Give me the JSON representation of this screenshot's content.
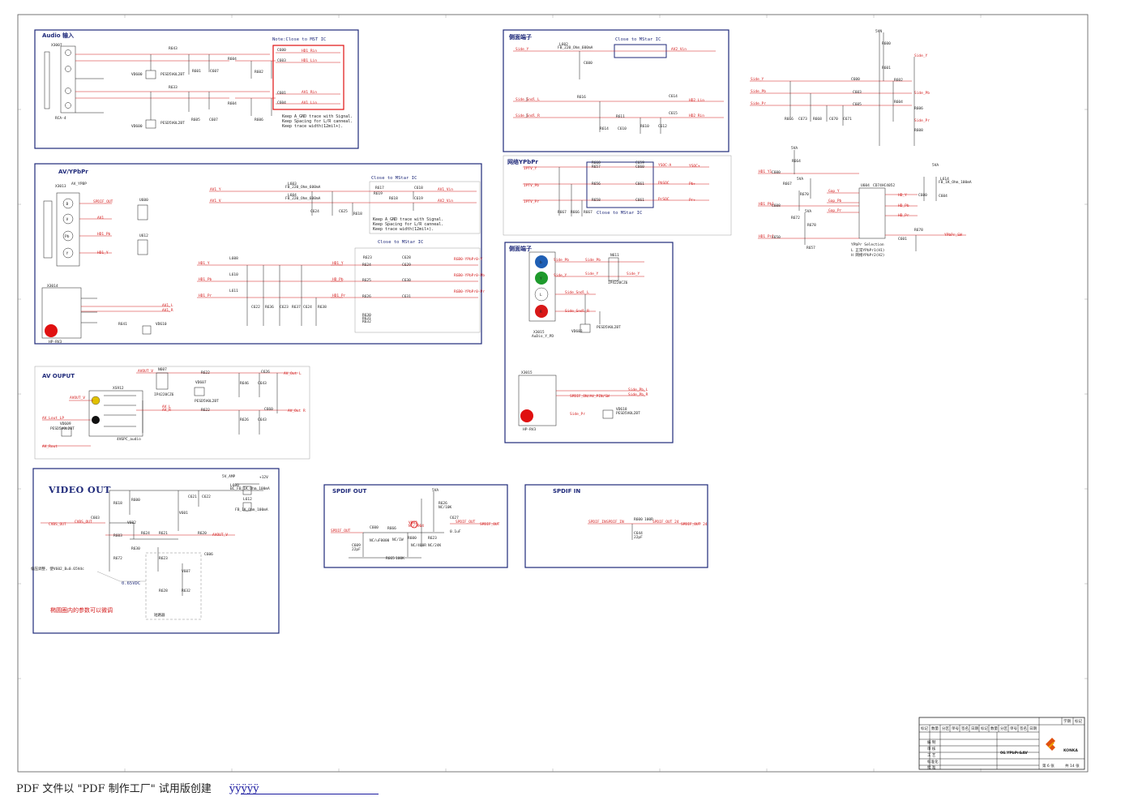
{
  "blocks": {
    "audio_in": {
      "title": "Audio 输入",
      "note": "Note:Close to MST IC",
      "keep": [
        "Keep A_GND trace with Signal.",
        "Keep Spacing for L/R canneal.",
        "Keep trace width(12mil+)."
      ],
      "conn": "X3007",
      "conn_type": "RCA-4"
    },
    "side_terminal1": {
      "title": "侧面端子",
      "note": "Close to MStar IC"
    },
    "av_ypbpr": {
      "title": "AV/YPbPr",
      "close1": "Close to MStar IC",
      "close2": "Close to MStar IC",
      "keep": [
        "Keep A_GND trace with Signal.",
        "Keep Spacing for L/R canneal.",
        "Keep trace width(12mil+)."
      ],
      "conn": "X3013",
      "conn_type": "AV_YPBP",
      "hp": "HP-RV3",
      "jack_labels": [
        "B",
        "V",
        "Pb",
        "Y"
      ]
    },
    "net_ypbpr": {
      "title": "网络YPbPr",
      "close": "Close to MStar IC"
    },
    "side_terminal2": {
      "title": "侧面端子",
      "led_labels": [
        "b",
        "Y",
        "L",
        "R"
      ],
      "conn": "X3015",
      "conn_type": "AuDio_Y_PD",
      "hp": "HP-RV3"
    },
    "av_output": {
      "title": "AV OUPUT",
      "jack": "XS912",
      "jack_type": "4V6PC_audio"
    },
    "video_out": {
      "title": "VIDEO OUT",
      "note1": "偏压调整, 使V602_B=0.65Vdc",
      "note2": "0.65VDC",
      "note3": "椭圆圈内的参数可以微调",
      "note4": "短路器"
    },
    "spdif_out": {
      "title": "SPDIF OUT"
    },
    "spdif_in": {
      "title": "SPDIF IN"
    },
    "ypbpr_sel": {
      "title": "YPbPr Selection",
      "opt1": "L    正常YPbPr1(H1)",
      "opt2": "H    网络YPbPr2(H2)"
    }
  },
  "title_block": {
    "headers": [
      "标记",
      "数量",
      "分区",
      "单号",
      "签名",
      "日期",
      "标记",
      "数量",
      "分区",
      "单号",
      "签名",
      "日期"
    ],
    "rows": [
      "编 制",
      "审 核",
      "工 艺",
      "标准化",
      "批 准"
    ],
    "right_hdr": [
      "学期",
      "标记"
    ],
    "drawing": "06.YPbPr&AV",
    "sheet": "第 6 张",
    "total": "共 14 张",
    "company": "KONKA"
  },
  "footer": {
    "text": "PDF 文件以 \"PDF 制作工厂\" 试用版创建",
    "link": "ÿÿÿÿÿ"
  },
  "colors": {
    "frame": "#1f2a7a",
    "trace": "#d31a1a",
    "ink": "#202020",
    "accent_red": "#e01010",
    "led_blue": "#1f5fb4",
    "led_green": "#1e9a2c",
    "led_red": "#d81818"
  }
}
